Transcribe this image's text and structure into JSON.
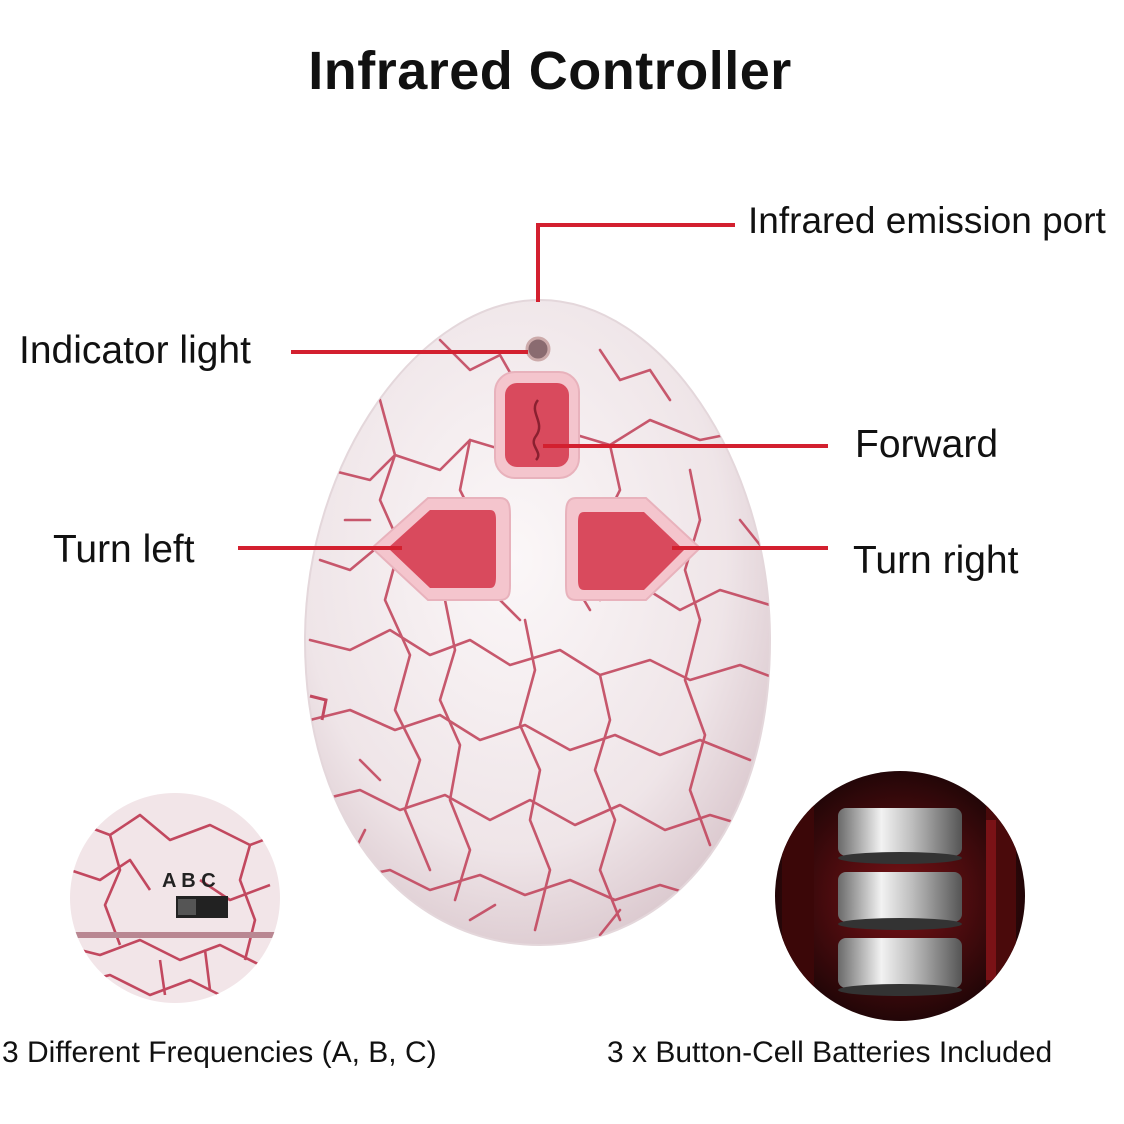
{
  "title": "Infrared Controller",
  "callouts": {
    "emission_port": "Infrared emission port",
    "indicator_light": "Indicator light",
    "forward": "Forward",
    "turn_left": "Turn left",
    "turn_right": "Turn right"
  },
  "inset_switch": {
    "switch_labels": "A B C",
    "caption": "3 Different Frequencies (A, B, C)"
  },
  "inset_battery": {
    "caption": "3 x Button-Cell Batteries Included"
  },
  "colors": {
    "leader_line": "#d3202f",
    "egg_shell": "#f3ecee",
    "crack": "#c2485f",
    "button": "#d94a5d",
    "button_border": "#f0b7c0"
  }
}
